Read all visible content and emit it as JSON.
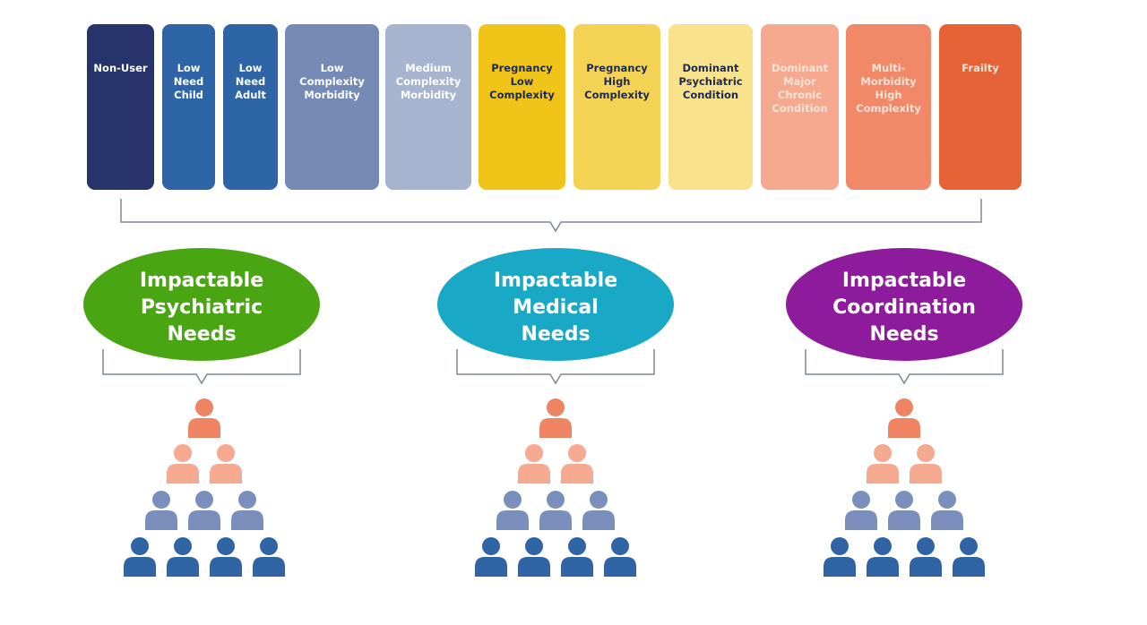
{
  "categories": [
    {
      "label": "Non-User",
      "color": "#26346b",
      "text_color": "#ffffff"
    },
    {
      "label": "Low\nNeed\nChild",
      "color": "#2e65a6",
      "text_color": "#ffffff"
    },
    {
      "label": "Low\nNeed\nAdult",
      "color": "#2e65a6",
      "text_color": "#ffffff"
    },
    {
      "label": "Low\nComplexity\nMorbidity",
      "color": "#758bb5",
      "text_color": "#ffffff"
    },
    {
      "label": "Medium\nComplexity\nMorbidity",
      "color": "#a6b4cf",
      "text_color": "#ffffff"
    },
    {
      "label": "Pregnancy\nLow\nComplexity",
      "color": "#f0c419",
      "text_color": "#1f2a4f"
    },
    {
      "label": "Pregnancy\nHigh\nComplexity",
      "color": "#f4d254",
      "text_color": "#1f2a4f"
    },
    {
      "label": "Dominant\nPsychiatric\nCondition",
      "color": "#f8e28b",
      "text_color": "#1f2a4f"
    },
    {
      "label": "Dominant\nMajor\nChronic\nCondition",
      "color": "#f5a98e",
      "text_color": "#fbe3d8"
    },
    {
      "label": "Multi-\nMorbidity\nHigh\nComplexity",
      "color": "#f18868",
      "text_color": "#fbe3d8"
    },
    {
      "label": "Frailty",
      "color": "#e56336",
      "text_color": "#fbe3d8"
    }
  ],
  "needs": [
    {
      "label": "Impactable\nPsychiatric\nNeeds",
      "color": "#4aa513"
    },
    {
      "label": "Impactable\nMedical\nNeeds",
      "color": "#19a8c6"
    },
    {
      "label": "Impactable\nCoordination\nNeeds",
      "color": "#8d1b9c"
    }
  ],
  "pyramid_row_colors": [
    "#ef8463",
    "#f4a990",
    "#7a8fbc",
    "#2f65a5"
  ],
  "icon": "person-icon"
}
